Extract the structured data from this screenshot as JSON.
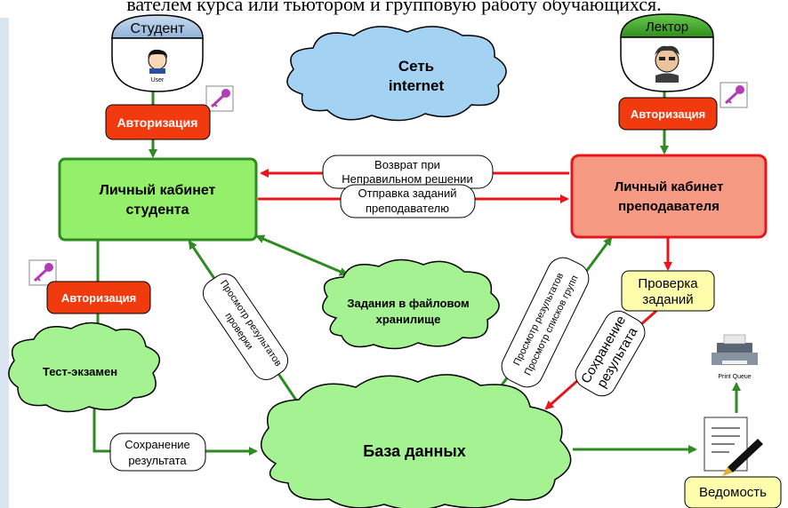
{
  "caption": "вателем курса или тьютором и групповую работу обучающихся.",
  "student": {
    "title": "Студент",
    "user_label": "User"
  },
  "lecturer": {
    "title": "Лектор"
  },
  "internet": {
    "line1": "Сеть",
    "line2": "internet"
  },
  "auth_label": "Авторизация",
  "student_cabinet": {
    "line1": "Личный кабинет",
    "line2": "студента"
  },
  "teacher_cabinet": {
    "line1": "Личный кабинет",
    "line2": "преподавателя"
  },
  "return_label": {
    "line1": "Возврат при",
    "line2": "Неправильном решении"
  },
  "send_label": {
    "line1": "Отправка заданий",
    "line2": "преподавателю"
  },
  "storage": {
    "line1": "Задания в файловом",
    "line2": "хранилище"
  },
  "view_results": {
    "line1": "Просмотр результатов",
    "line2": "проверки"
  },
  "view_groups": {
    "line1": "Просмотр результатов",
    "line2": "Просмотр списков групп"
  },
  "check_tasks": {
    "line1": "Проверка",
    "line2": "заданий"
  },
  "save_result_right": {
    "line1": "Сохранение",
    "line2": "результата"
  },
  "test_exam": "Тест-экзамен",
  "save_result_left": {
    "line1": "Сохранение",
    "line2": "результата"
  },
  "database": "База данных",
  "print_queue": "Print Queue",
  "vedomost": "Ведомость",
  "colors": {
    "green_arrow": "#2e8b22",
    "red_arrow": "#e8151b",
    "cloud_green": "#a4f291",
    "cloud_blue": "#a4d2f2",
    "student_box": "#94f06a",
    "teacher_box": "#f79a84",
    "auth_box": "#f23a0f",
    "yellow_box": "#fdfdac"
  }
}
